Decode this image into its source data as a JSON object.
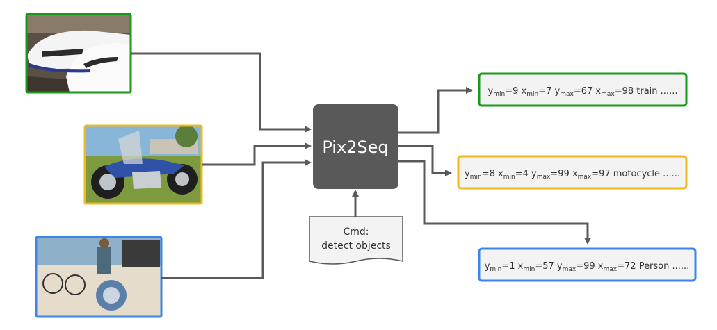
{
  "model": {
    "name": "Pix2Seq"
  },
  "command": {
    "line1": "Cmd:",
    "line2": "detect objects"
  },
  "inputs": [
    {
      "subject": "bullet train photo",
      "border_color": "#1a9a1a"
    },
    {
      "subject": "motorcycle photo",
      "border_color": "#f0b81c"
    },
    {
      "subject": "person on bicycle photo",
      "border_color": "#3b86e8"
    }
  ],
  "outputs": [
    {
      "border_color": "#1a9a1a",
      "sub_min": "min",
      "sub_max": "max",
      "y_min_val": "=9",
      "x_min_val": "=7",
      "y_max_val": "=67",
      "x_max_val": "=98",
      "label": "train",
      "ellipsis": "......"
    },
    {
      "border_color": "#f0b81c",
      "sub_min": "min",
      "sub_max": "max",
      "y_min_val": "=8",
      "x_min_val": "=4",
      "y_max_val": "=99",
      "x_max_val": "=97",
      "label": "motocycle",
      "ellipsis": "......"
    },
    {
      "border_color": "#3b86e8",
      "sub_min": "min",
      "sub_max": "max",
      "y_min_val": "=1",
      "x_min_val": "=57",
      "y_max_val": "=99",
      "x_max_val": "=72",
      "label": "Person",
      "ellipsis": "......"
    }
  ],
  "colors": {
    "box": "#595959",
    "arrow": "#595959",
    "output_bg": "#f3f3f3"
  }
}
